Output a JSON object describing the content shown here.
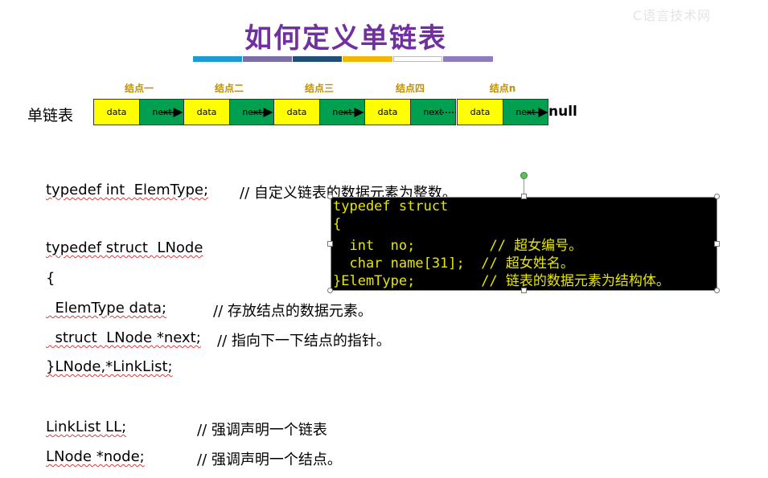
{
  "slide": {
    "title": "如何定义单链表",
    "watermark": "C语言技术网",
    "color_bar": [
      "#1a9ad6",
      "#7b6ea8",
      "#1f4e79",
      "#f2b800",
      "#ffffff",
      "#8e7cc3"
    ],
    "list_label": "单链表"
  },
  "diagram": {
    "nodes": [
      {
        "title": "结点一",
        "data": "data",
        "next": "next"
      },
      {
        "title": "结点二",
        "data": "data",
        "next": "next"
      },
      {
        "title": "结点三",
        "data": "data",
        "next": "next"
      },
      {
        "title": "结点四",
        "data": "data",
        "next": "next"
      },
      {
        "title": "结点n",
        "data": "data",
        "next": "next"
      }
    ],
    "terminal": "null",
    "colors": {
      "data": "#ffff00",
      "next": "#00a050",
      "title": "#c09000"
    }
  },
  "code": {
    "l1_code": "typedef int  ElemType;",
    "l1_cmt": "// 自定义链表的数据元素为整数。",
    "l2": "typedef struct  LNode",
    "l3": "{",
    "l4_code": "  ElemType data;",
    "l4_cmt": "// 存放结点的数据元素。",
    "l5_code": "  struct  LNode *next;",
    "l5_cmt": "// 指向下一下结点的指针。",
    "l6": "}LNode,*LinkList;",
    "l7_code": "LinkList LL;",
    "l7_cmt": "// 强调声明一个链表",
    "l8_code": "LNode *node;",
    "l8_cmt": "// 强调声明一个结点。"
  },
  "overlay": {
    "lines": [
      "typedef struct",
      "{",
      "  int  no;         // 超女编号。",
      "  char name[31];  // 超女姓名。",
      "}ElemType;        // 链表的数据元素为结构体。"
    ],
    "text_color": "#e6e600"
  }
}
